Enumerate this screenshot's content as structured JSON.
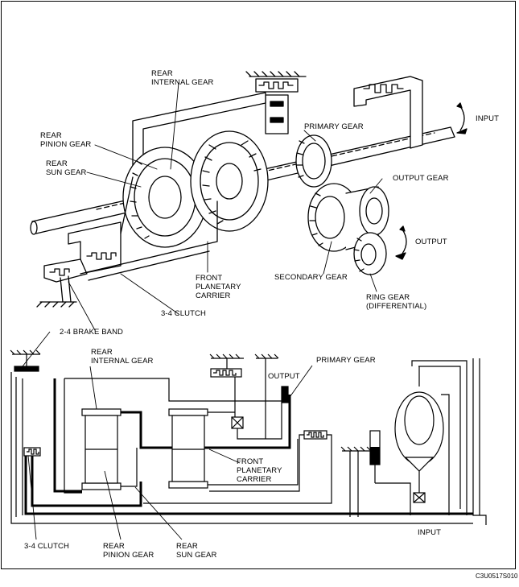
{
  "code": "C3U0517S010",
  "upper": {
    "rear_internal_gear": "REAR\nINTERNAL GEAR",
    "rear_pinion_gear": "REAR\nPINION GEAR",
    "rear_sun_gear": "REAR\nSUN GEAR",
    "primary_gear": "PRIMARY GEAR",
    "input": "INPUT",
    "output_gear": "OUTPUT GEAR",
    "output": "OUTPUT",
    "secondary_gear": "SECONDARY GEAR",
    "front_planetary_carrier": "FRONT\nPLANETARY\nCARRIER",
    "ring_gear": "RING GEAR\n(DIFFERENTIAL)",
    "clutch_34": "3-4 CLUTCH",
    "brake_band_24": "2-4 BRAKE BAND"
  },
  "lower": {
    "rear_internal_gear": "REAR\nINTERNAL GEAR",
    "output": "OUTPUT",
    "primary_gear": "PRIMARY GEAR",
    "front_planetary_carrier": "FRONT\nPLANETARY\nCARRIER",
    "input": "INPUT",
    "clutch_34": "3-4 CLUTCH",
    "rear_pinion_gear": "REAR\nPINION GEAR",
    "rear_sun_gear": "REAR\nSUN GEAR"
  }
}
